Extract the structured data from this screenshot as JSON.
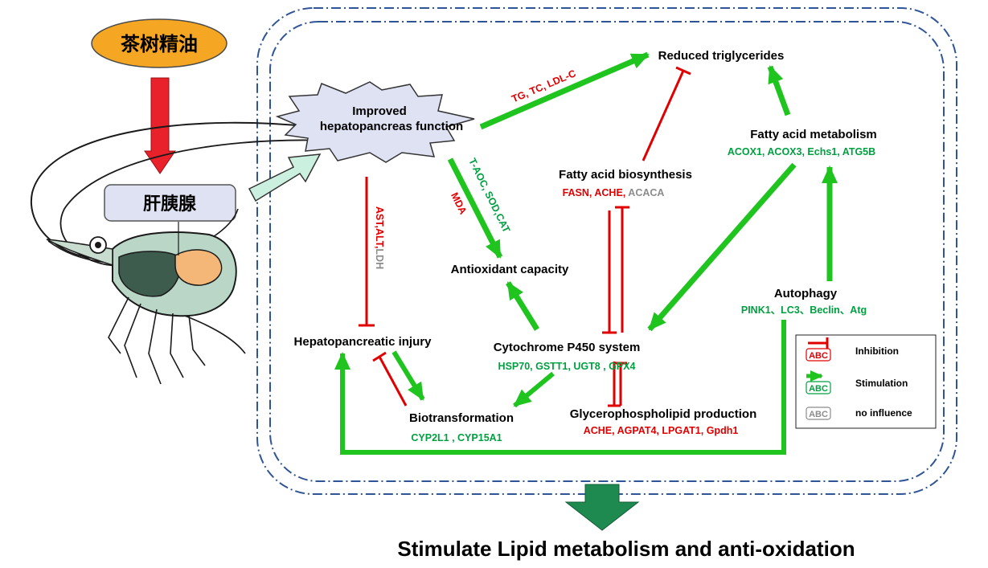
{
  "input": {
    "essential_oil": "茶树精油",
    "organ": "肝胰腺"
  },
  "nodes": {
    "hepatopancreas": {
      "line1": "Improved",
      "line2": "hepatopancreas function"
    },
    "reduced_tg": "Reduced triglycerides",
    "fatty_acid_metabolism": {
      "label": "Fatty acid metabolism",
      "genes": "ACOX1, ACOX3, Echs1, ATG5B"
    },
    "fatty_acid_biosynthesis": {
      "label": "Fatty acid biosynthesis",
      "genes_red": "FASN, ACHE,",
      "genes_gray": "ACACA"
    },
    "antioxidant": "Antioxidant capacity",
    "autophagy": {
      "label": "Autophagy",
      "genes": "PINK1、LC3、Beclin、Atg"
    },
    "injury": "Hepatopancreatic injury",
    "p450": {
      "label": "Cytochrome P450 system",
      "genes": "HSP70, GSTT1, UGT8 , GPX4"
    },
    "biotransformation": {
      "label": "Biotransformation",
      "genes": "CYP2L1 , CYP15A1"
    },
    "glycerophospholipid": {
      "label": "Glycerophospholipid production",
      "genes": "ACHE, AGPAT4, LPGAT1, Gpdh1"
    }
  },
  "edge_labels": {
    "tg_tc_ldl": "TG, TC, LDL-C",
    "tao_sod_cat": "T-AOC, SOD,CAT",
    "mda": "MDA",
    "ast_alt": "AST,ALT,",
    "ldh": "LDH"
  },
  "legend": {
    "inhibition": "Inhibition",
    "stimulation": "Stimulation",
    "no_influence": "no influence",
    "swatch_text": "ABC"
  },
  "conclusion": "Stimulate Lipid metabolism and anti-oxidation",
  "colors": {
    "inhibit": "#e00000",
    "stimulate": "#1fc41f",
    "gene_green": "#00a040",
    "no_influence": "#8c8c8c",
    "border": "#2f5597",
    "oil_fill": "#f5a623",
    "input_arrow": "#e8212b",
    "down_arrow": "#1e8a50",
    "star_fill": "#dfe2f3"
  }
}
